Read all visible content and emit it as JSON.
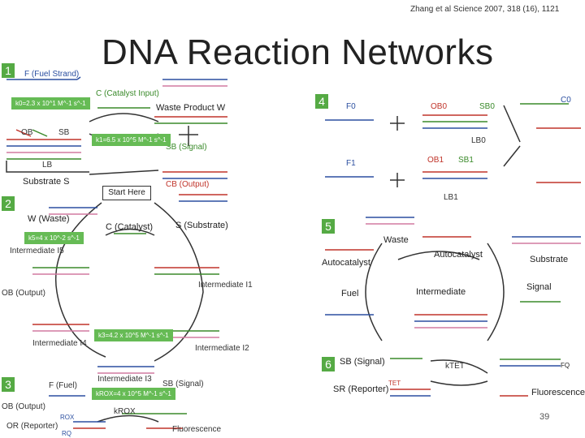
{
  "citation": "Zhang et al Science 2007, 318 (16), 1121",
  "title": "DNA Reaction Networks",
  "page_number": "39",
  "panel_numbers": [
    "1",
    "2",
    "3",
    "4",
    "5",
    "6"
  ],
  "panel1": {
    "fuel_strand": "F (Fuel Strand)",
    "catalyst_input": "C (Catalyst Input)",
    "waste_product": "Waste Product W",
    "substrate": "Substrate S",
    "signal": "SB (Signal)",
    "output": "CB (Output)",
    "ob": "OB",
    "sb": "SB",
    "lb": "LB",
    "k0": "k0=2.3 x 10^1 M^-1 s^-1",
    "k1": "k1=6.5 x 10^5 M^-1 s^-1"
  },
  "panel2": {
    "start_here": "Start Here",
    "waste": "W (Waste)",
    "catalyst": "C (Catalyst)",
    "substrate": "S (Substrate)",
    "intermediate_i5": "Intermediate I5",
    "intermediate_i1": "Intermediate I1",
    "ob_output": "OB (Output)",
    "intermediate_i4": "Intermediate I4",
    "intermediate_i2": "Intermediate I2",
    "intermediate_i3": "Intermediate I3",
    "sb_signal": "SB (Signal)",
    "fuel": "F (Fuel)",
    "k5": "k5=4 x 10^-2 s^-1",
    "k3": "k3=4.2 x 10^5 M^-1 s^-1"
  },
  "panel3": {
    "ob_output": "OB (Output)",
    "or_reporter": "OR (Reporter)",
    "fluorescence": "Fluorescence",
    "krox": "kROX=4 x 10^5 M^-1 s^-1",
    "krox_label": "kROX",
    "rox": "ROX",
    "rq": "RQ"
  },
  "panel4": {
    "f0": "F0",
    "ob0": "OB0",
    "sb0": "SB0",
    "lb0": "LB0",
    "f1": "F1",
    "ob1": "OB1",
    "sb1": "SB1",
    "lb1": "LB1",
    "c0": "C0"
  },
  "panel5": {
    "waste": "Waste",
    "autocatalyst_left": "Autocatalyst",
    "autocatalyst_right": "Autocatalyst",
    "substrate": "Substrate",
    "fuel": "Fuel",
    "intermediate": "Intermediate",
    "signal": "Signal"
  },
  "panel6": {
    "sb_signal": "SB (Signal)",
    "sr_reporter": "SR (Reporter)",
    "fluorescence": "Fluorescence",
    "ktet": "kTET",
    "fq": "FQ",
    "tet": "TET"
  }
}
